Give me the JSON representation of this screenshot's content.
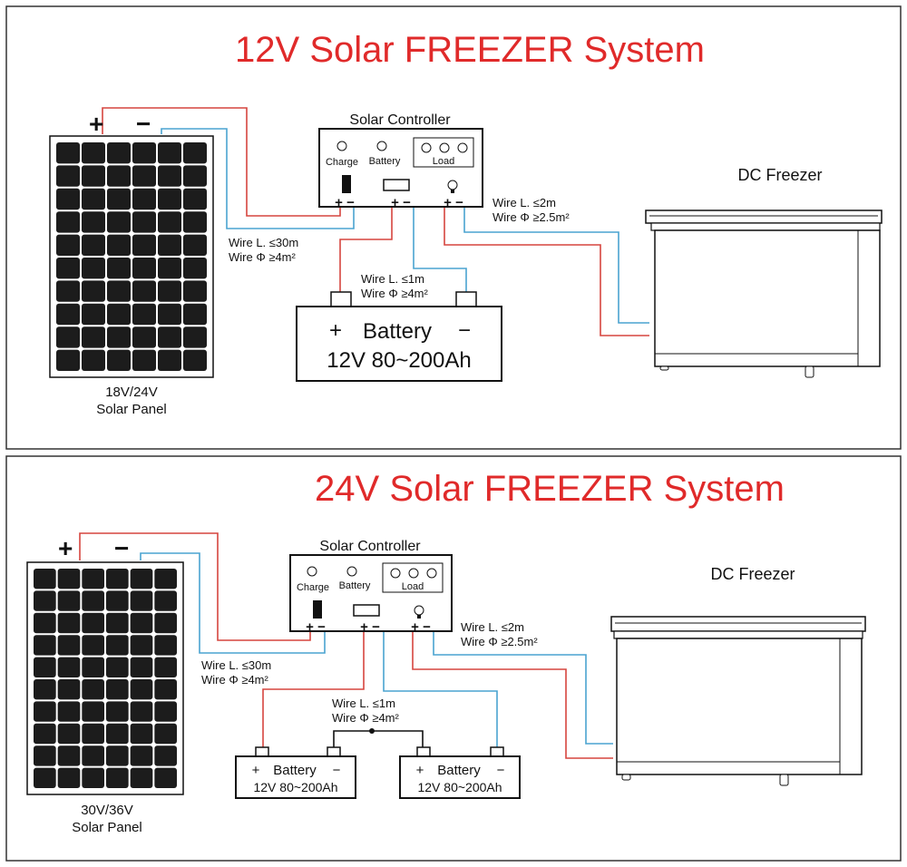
{
  "colors": {
    "red_wire": "#d6453f",
    "blue_wire": "#4aa3d0",
    "title": "#e02a2a",
    "black": "#111111",
    "panel_cell": "#1c1c1c"
  },
  "top": {
    "title": "12V Solar FREEZER System",
    "panel_label_1": "18V/24V",
    "panel_label_2": "Solar Panel",
    "plus": "+",
    "minus": "−",
    "controller": {
      "title": "Solar Controller",
      "charge": "Charge",
      "battery": "Battery",
      "load": "Load",
      "term_pm": "+ −"
    },
    "freezer_label": "DC Freezer",
    "wire_panel": {
      "l1": "Wire L. ≤30m",
      "l2": "Wire Φ ≥4m²"
    },
    "wire_battery": {
      "l1": "Wire L. ≤1m",
      "l2": "Wire Φ ≥4m²"
    },
    "wire_load": {
      "l1": "Wire L. ≤2m",
      "l2": "Wire Φ ≥2.5m²"
    },
    "battery": {
      "plus": "+",
      "name": "Battery",
      "minus": "−",
      "spec": "12V 80~200Ah"
    }
  },
  "bottom": {
    "title": "24V Solar FREEZER System",
    "panel_label_1": "30V/36V",
    "panel_label_2": "Solar Panel",
    "plus": "+",
    "minus": "−",
    "controller": {
      "title": "Solar Controller",
      "charge": "Charge",
      "battery": "Battery",
      "load": "Load",
      "term_pm": "+ −"
    },
    "freezer_label": "DC Freezer",
    "wire_panel": {
      "l1": "Wire L. ≤30m",
      "l2": "Wire Φ ≥4m²"
    },
    "wire_battery": {
      "l1": "Wire L. ≤1m",
      "l2": "Wire Φ ≥4m²"
    },
    "wire_load": {
      "l1": "Wire L. ≤2m",
      "l2": "Wire Φ ≥2.5m²"
    },
    "battery1": {
      "plus": "+",
      "name": "Battery",
      "minus": "−",
      "spec": "12V 80~200Ah"
    },
    "battery2": {
      "plus": "+",
      "name": "Battery",
      "minus": "−",
      "spec": "12V 80~200Ah"
    }
  }
}
